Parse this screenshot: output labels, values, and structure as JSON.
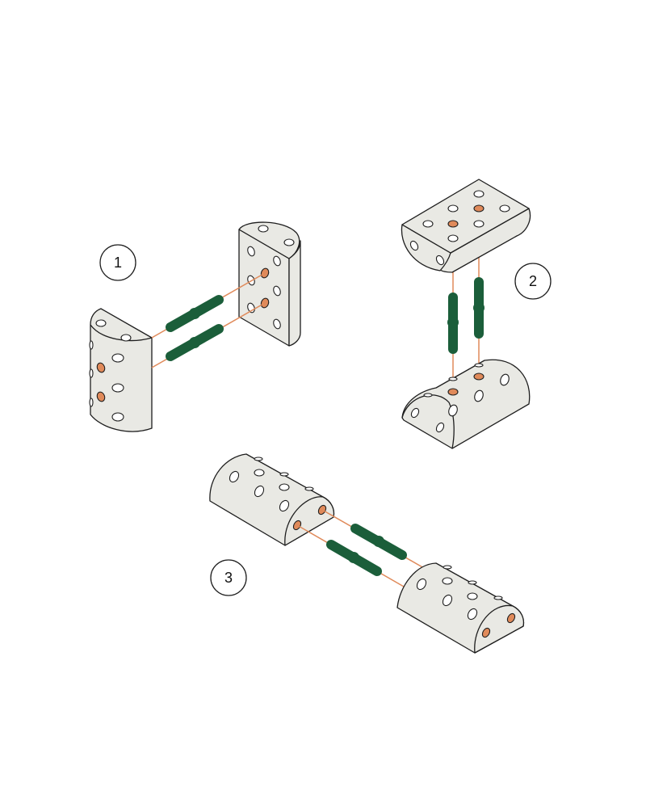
{
  "steps": [
    {
      "label": "1"
    },
    {
      "label": "2"
    },
    {
      "label": "3"
    }
  ],
  "colors": {
    "block_fill": "#e9e9e4",
    "outline": "#1e1e1e",
    "peg_green": "#1b5e3a",
    "guide_orange": "#e08a5a"
  }
}
